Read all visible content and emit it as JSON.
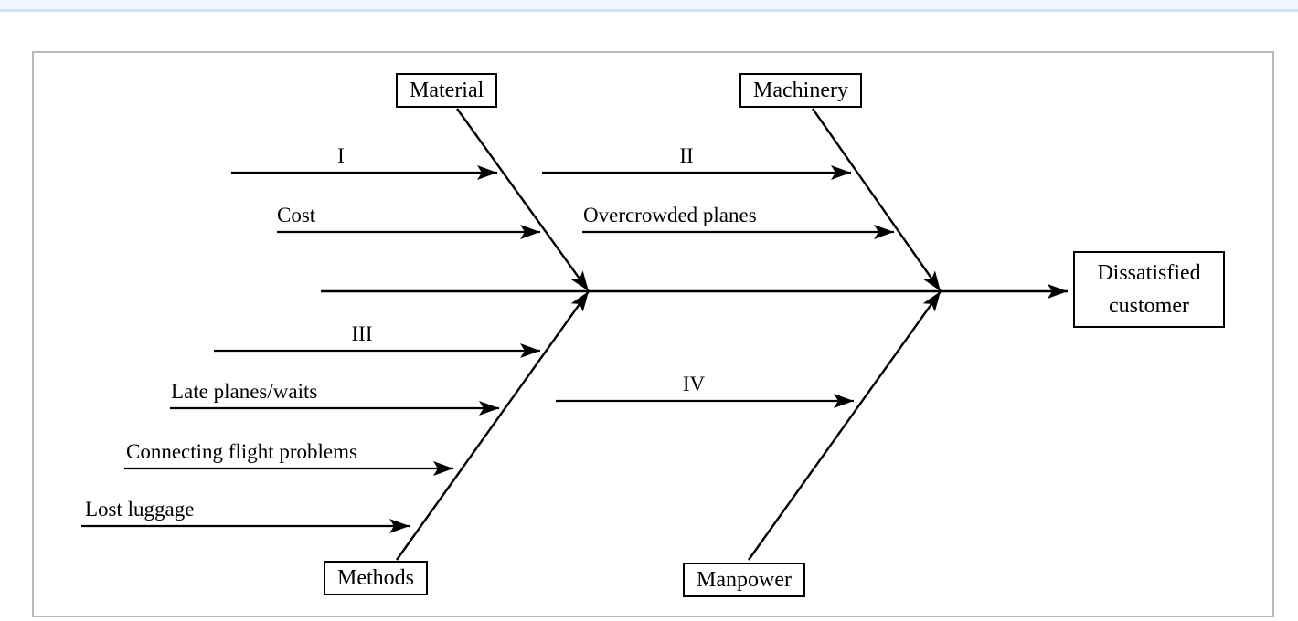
{
  "chrome": {
    "strip_color": "#f2f5fd",
    "edge_color": "#cfe2f6"
  },
  "diagram": {
    "type": "fishbone-cause-effect",
    "effect": {
      "text": "Dissatisfied customer",
      "lines": [
        "Dissatisfied",
        "customer"
      ]
    },
    "categories": [
      {
        "label": "Material",
        "position": "top-left"
      },
      {
        "label": "Machinery",
        "position": "top-right"
      },
      {
        "label": "Methods",
        "position": "bottom-left"
      },
      {
        "label": "Manpower",
        "position": "bottom-right"
      }
    ],
    "causes": [
      {
        "label": "I",
        "branch": "Material"
      },
      {
        "label": "Cost",
        "branch": "Material"
      },
      {
        "label": "II",
        "branch": "Machinery"
      },
      {
        "label": "Overcrowded planes",
        "branch": "Machinery"
      },
      {
        "label": "III",
        "branch": "Methods"
      },
      {
        "label": "Late planes/waits",
        "branch": "Methods"
      },
      {
        "label": "Connecting flight problems",
        "branch": "Methods"
      },
      {
        "label": "Lost luggage",
        "branch": "Methods"
      },
      {
        "label": "IV",
        "branch": "Manpower"
      }
    ],
    "colors": {
      "line": "#000000",
      "box_border": "#000000",
      "canvas_border": "#b9b9b9",
      "text": "#000000",
      "background": "#ffffff"
    }
  }
}
